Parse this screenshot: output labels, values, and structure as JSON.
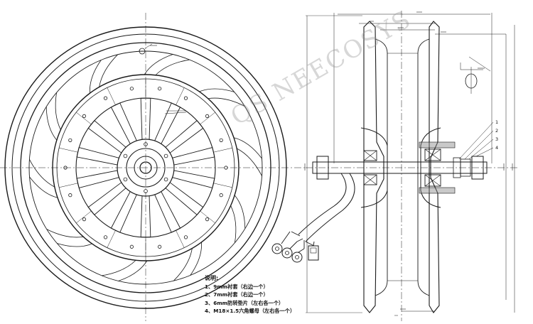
{
  "notes": {
    "title": "说明:",
    "items": [
      "1、9mm衬套（右边一个）",
      "2、7mm衬套（右边一个）",
      "3、6mm防转垫片（左右各一个）",
      "4、M18×1.5六角螺母（左右各一个）"
    ]
  },
  "callouts": [
    "1",
    "2",
    "3",
    "4"
  ],
  "watermark": "QS NEECOSYS",
  "front_view": {
    "spoke_count": 14
  },
  "colors": {
    "line": "#1a1a1a",
    "background": "#ffffff",
    "watermark": "#8c8c8c"
  }
}
